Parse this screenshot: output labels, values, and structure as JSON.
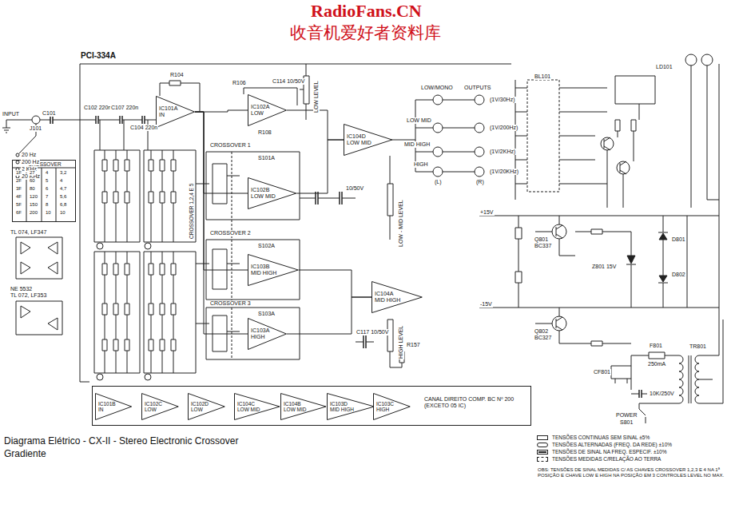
{
  "diagram": {
    "title": "Diagrama Elétrico - CX-II - Stereo Electronic Crossover",
    "caption": "Gradiente",
    "nodes": [
      {
        "text": [
          "IC101A",
          "IN"
        ]
      },
      {
        "text": [
          "IC102A",
          "LOW"
        ]
      },
      {
        "text": [
          "IC104D",
          "LOW MID"
        ]
      },
      {
        "text": [
          "CROSSOVER"
        ]
      },
      {
        "text": [
          "IC102B",
          "LOW MID"
        ]
      },
      {
        "text": [
          "IC103B",
          "MID HIGH"
        ]
      },
      {
        "text": [
          "IC104A",
          "MID HIGH"
        ]
      },
      {
        "text": [
          "IC103A",
          "HIGH"
        ]
      },
      {
        "text": [
          "CANAL DIREITO COMP. BC Nº 200",
          "(EXCETO 05 IC)"
        ]
      },
      {
        "text": [
          "IC101B",
          "IN"
        ],
        "in": 8
      },
      {
        "text": [
          "IC102C",
          "LOW"
        ],
        "in": 8
      },
      {
        "text": [
          "IC102D",
          "LOW"
        ],
        "in": 8
      },
      {
        "text": [
          "IC104C",
          "LOW MID"
        ],
        "in": 8
      },
      {
        "text": [
          "IC104B",
          "LOW MID"
        ],
        "in": 8
      },
      {
        "text": [
          "IC103D",
          "MID HIGH"
        ],
        "in": 8
      },
      {
        "text": [
          "IC103C",
          "HIGH"
        ],
        "in": 8
      }
    ],
    "edges": [
      {
        "from": 0,
        "to": 1,
        "arrow": "none"
      },
      {
        "from": 1,
        "to": 2,
        "arrow": "none"
      },
      {
        "from": 0,
        "to": 4,
        "arrow": "none"
      },
      {
        "from": 4,
        "to": 2,
        "arrow": "none"
      },
      {
        "from": 0,
        "to": 5,
        "arrow": "none"
      },
      {
        "from": 5,
        "to": 6,
        "arrow": "none"
      },
      {
        "from": 0,
        "to": 7,
        "arrow": "none"
      },
      {
        "from": 7,
        "to": 6,
        "arrow": "none"
      }
    ],
    "labels": [
      "RadioFans.CN",
      "收音机爱好者资料库",
      "PCI-334A",
      "INPUT",
      "J101",
      "C101",
      "20 Hz",
      "200 Hz",
      "2 KHz",
      "20 KHz",
      "C102 220n",
      "C107 220n",
      "C104 220n",
      "R104",
      "C114 10/50V",
      "R108",
      "R106",
      "CROSSOVER 1",
      "S101A",
      "CROSSOVER 2",
      "S102A",
      "CROSSOVER 3",
      "S103A",
      "CROSSOVER 1,2,4 E 5",
      "LOW LEVEL",
      "LOW - MID LEVEL",
      "HIGH LEVEL",
      "LOW/MONO",
      "OUTPUTS",
      "LOW MID",
      "MID HIGH",
      "HIGH",
      "(L)",
      "(R)",
      "(1V/30Hz)",
      "(1V/200Hz)",
      "(1V/2KHz)",
      "(1V/20KHz)",
      "R157",
      "C117 10/50V",
      "10/50V",
      "BL101",
      "LD101",
      "Q801",
      "BC337",
      "Q802",
      "BC327",
      "+15V",
      "-15V",
      "D801",
      "D802",
      "Z801 15V",
      "F801",
      "250mA",
      "TR801",
      "CF801",
      "10K/250V",
      "POWER",
      "S801",
      "TL 074, LF347",
      "NE 5532",
      "TL 072, LF353",
      "1F",
      "27",
      "4",
      "3,2",
      "2F",
      "60",
      "5",
      "4",
      "3F",
      "80",
      "6",
      "4,7",
      "4F",
      "120",
      "7",
      "5,6",
      "5F",
      "150",
      "8",
      "6,8",
      "6F",
      "200",
      "10",
      "10",
      "OBS: TENSÕES DE SINAL MEDIDAS C/ AS CHAVES CROSSOVER 1,2,3 E 4 NA 1ª POSIÇÃO E CHAVE LOW E HIGH NA POSIÇÃO EM 3 CONTROLES LEVEL NO MAX."
    ],
    "legend": [
      {
        "text": "TENSÕES CONTINUAS SEM SINAL ±5%"
      },
      {
        "text": "TENSÕES ALTERNADAS (FREQ. DA REDE) ±10%"
      },
      {
        "text": "TENSÕES DE SINAL NA FREQ. ESPECIF. ±10%"
      },
      {
        "text": "TENSÕES MEDIDAS C/RELAÇÃO AO TERRA"
      }
    ]
  }
}
